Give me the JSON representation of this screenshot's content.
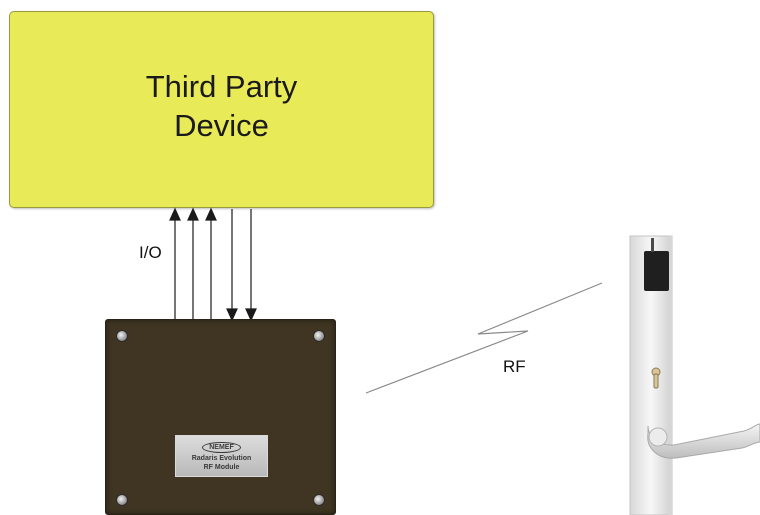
{
  "device": {
    "title_line1": "Third Party",
    "title_line2": "Device"
  },
  "labels": {
    "io": "I/O",
    "rf": "RF"
  },
  "module": {
    "brand": "NEMEF",
    "name_line1": "Radaris Evolution",
    "name_line2": "RF Module"
  },
  "colors": {
    "device_fill": "#e9ea57",
    "module_fill": "#3f3522",
    "lock_plate": "#f1f1f1"
  }
}
